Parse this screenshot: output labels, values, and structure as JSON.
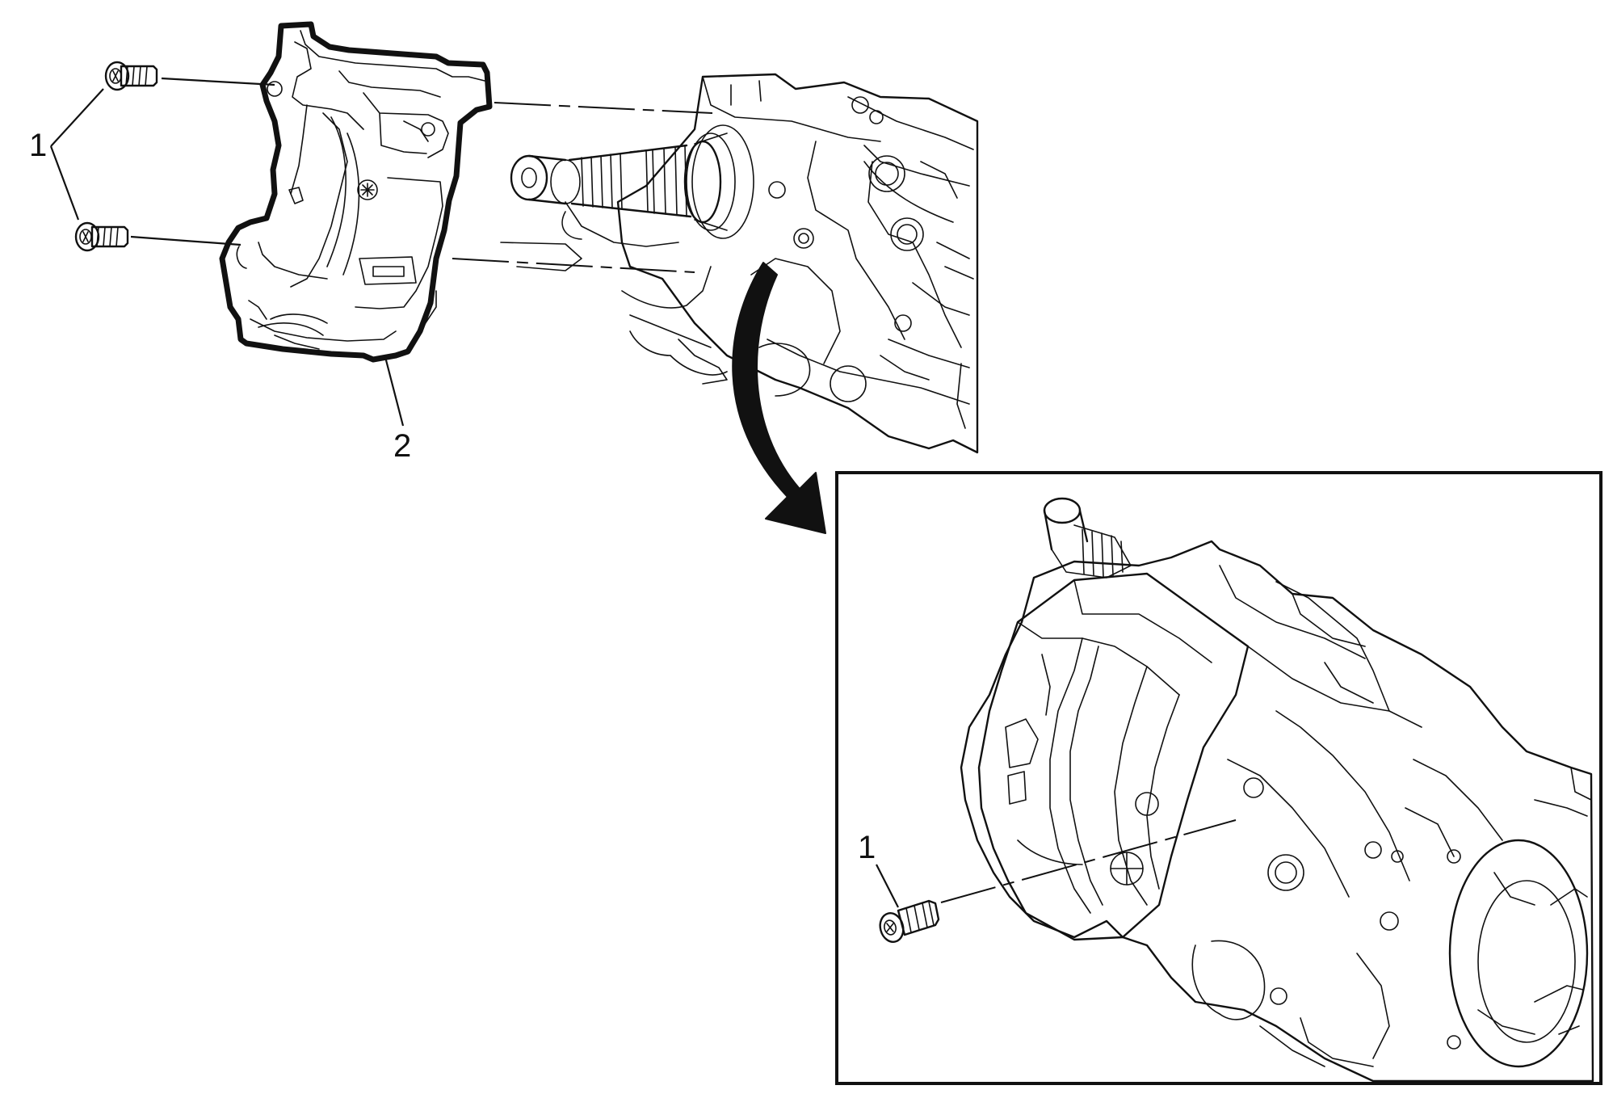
{
  "callouts": {
    "bolts_top": "1",
    "cover": "2",
    "bolt_inset": "1"
  },
  "colors": {
    "line": "#111111",
    "background": "#ffffff"
  },
  "icons": {
    "rotation_arrow": "curved-arrow-icon"
  }
}
